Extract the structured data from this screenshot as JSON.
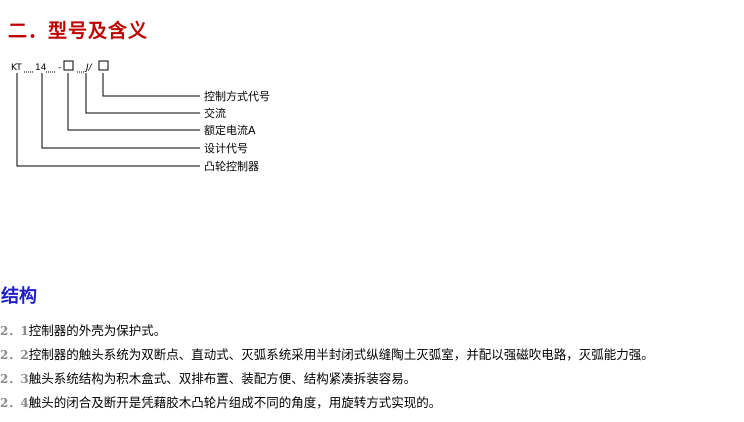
{
  "section1": {
    "title": "二．型号及含义"
  },
  "model_diagram": {
    "code": {
      "prefix": "KT",
      "series": "14",
      "dash": "-",
      "slash_part": "J/"
    },
    "labels": [
      "控制方式代号",
      "交流",
      "额定电流A",
      "设计代号",
      "凸轮控制器"
    ]
  },
  "section2": {
    "title": "结构",
    "items": [
      {
        "num": "2．1",
        "text": "控制器的外壳为保护式。"
      },
      {
        "num": "2．2",
        "text": "控制器的触头系统为双断点、直动式、灭弧系统采用半封闭式纵缝陶土灭弧室，并配以强磁吹电路，灭弧能力强。"
      },
      {
        "num": "2．3",
        "text": "触头系统结构为积木盒式、双排布置、装配方便、结构紧凑拆装容易。"
      },
      {
        "num": "2．4",
        "text": "触头的闭合及断开是凭藉胶木凸轮片组成不同的角度，用旋转方式实现的。"
      }
    ]
  },
  "colors": {
    "section1_title": "#c00000",
    "section2_title": "#1f1fc8",
    "item_number": "#888888"
  }
}
